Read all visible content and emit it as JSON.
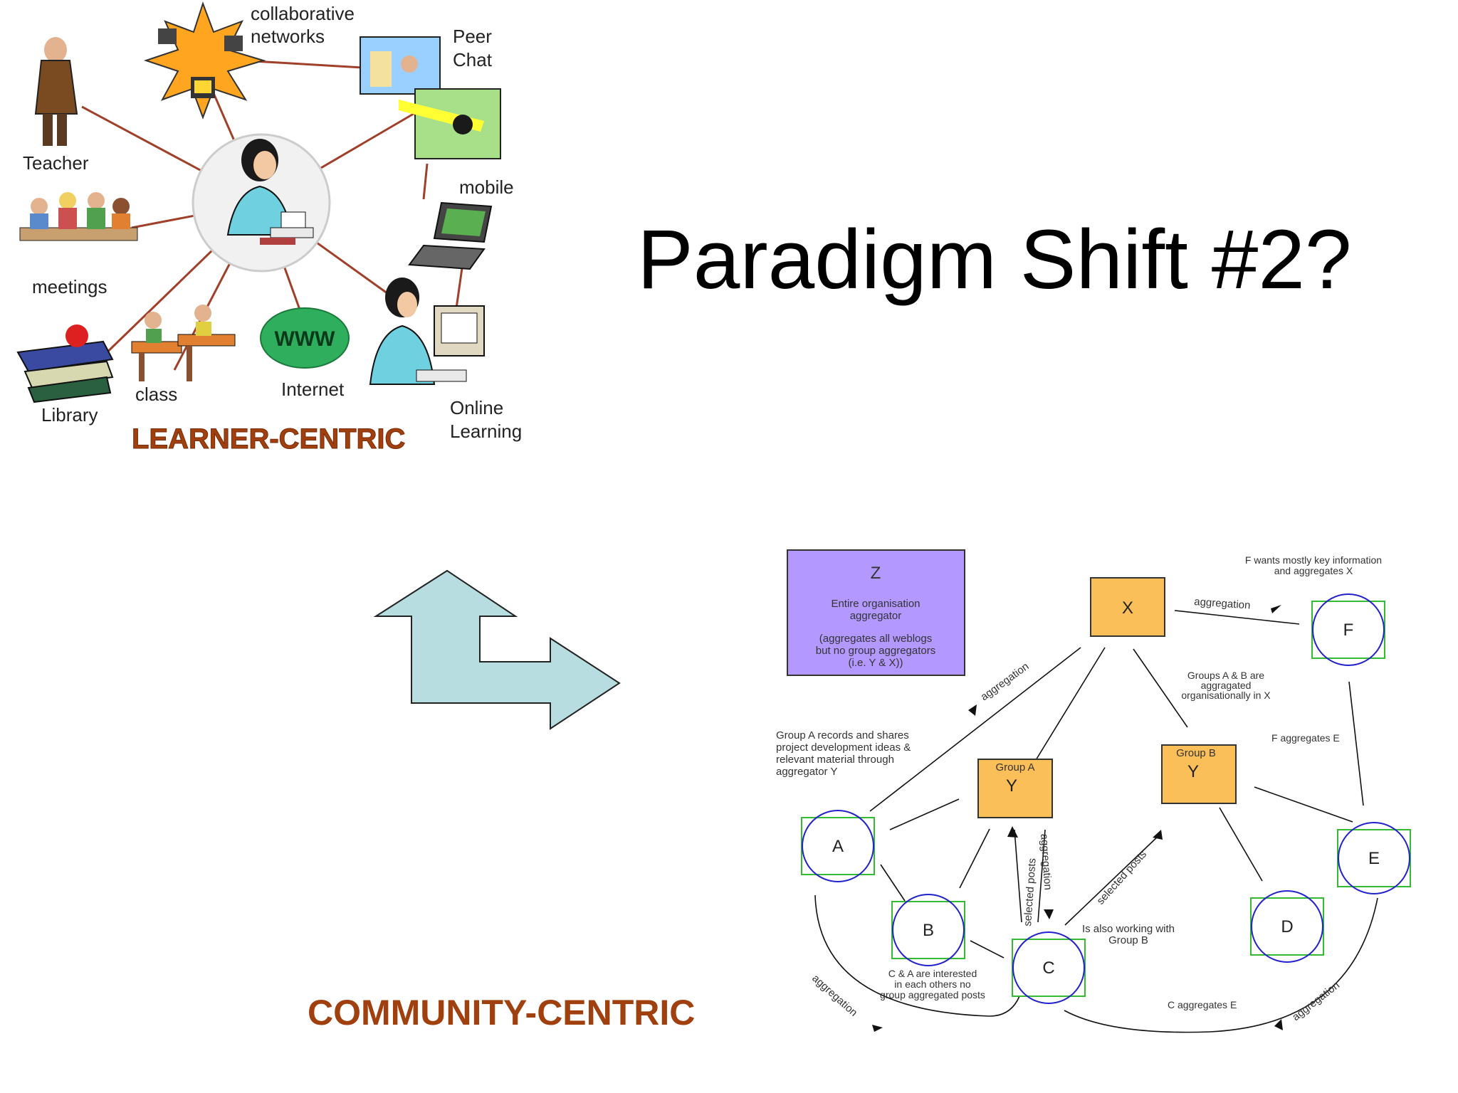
{
  "slide": {
    "title": "Paradigm Shift #2?"
  },
  "learner_diagram": {
    "caption": "LEARNER-CENTRIC",
    "labels": {
      "collaborative": "collaborative",
      "networks": "networks",
      "peer": "Peer",
      "chat": "Chat",
      "teacher": "Teacher",
      "mobile": "mobile",
      "meetings": "meetings",
      "library": "Library",
      "class": "class",
      "www": "WWW",
      "internet": "Internet",
      "online": "Online",
      "learning": "Learning"
    }
  },
  "community_diagram": {
    "caption": "COMMUNITY-CENTRIC",
    "z_box": {
      "letter": "Z",
      "line1": "Entire organisation",
      "line2": "aggregator",
      "line3": "(aggregates all weblogs",
      "line4": "but no group aggregators",
      "line5": "(i.e. Y & X))"
    },
    "x_box": {
      "letter": "X"
    },
    "group_a": {
      "label": "Group A",
      "letter": "Y"
    },
    "group_b": {
      "label": "Group B",
      "letter": "Y"
    },
    "nodes": {
      "a": "A",
      "b": "B",
      "c": "C",
      "d": "D",
      "e": "E",
      "f": "F"
    },
    "notes": {
      "f_wants_1": "F wants mostly key information",
      "f_wants_2": "and aggregates X",
      "groups_ab_1": "Groups A & B are",
      "groups_ab_2": "aggragated",
      "groups_ab_3": "organisationally in X",
      "group_a_1": "Group A records and shares",
      "group_a_2": "project development ideas &",
      "group_a_3": "relevant material through",
      "group_a_4": "aggregator Y",
      "f_aggregates_e": "F aggregates E",
      "c_working_1": "Is also working with",
      "c_working_2": "Group B",
      "c_a_1": "C & A are interested",
      "c_a_2": "in each others no",
      "c_a_3": "group aggregated posts",
      "c_aggregates_e": "C aggregates E"
    },
    "edge_labels": {
      "aggregation": "aggregation",
      "selected_posts": "selected posts"
    }
  },
  "colors": {
    "caption": "#a0400f",
    "connector": "#a0402a",
    "arrow_fill": "#b8dde0",
    "z_fill": "#b399ff",
    "y_fill": "#fbbf5a",
    "node_circle": "#2222cc",
    "node_square": "#33bb33"
  },
  "icons": [
    "teacher-icon",
    "sunburst-network-icon",
    "computer-icon",
    "peer-chat-icon",
    "learner-hub-icon",
    "meetings-icon",
    "laptop-icon",
    "books-icon",
    "class-icon",
    "globe-icon",
    "online-learner-icon",
    "bent-arrow-icon"
  ]
}
